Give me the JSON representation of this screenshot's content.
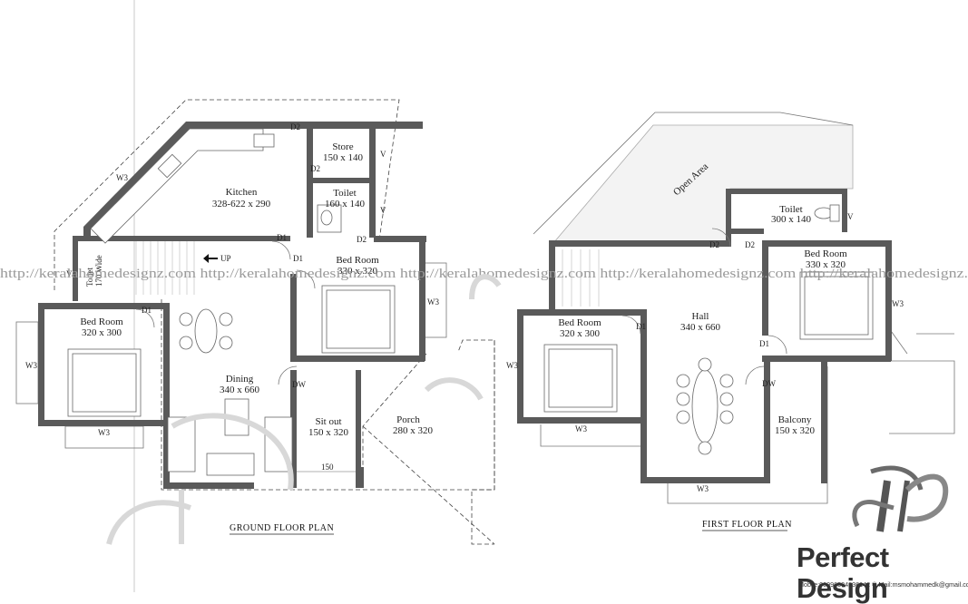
{
  "ground_floor": {
    "title": "GROUND FLOOR PLAN",
    "rooms": {
      "kitchen": {
        "name": "Kitchen",
        "size": "328-622 x 290"
      },
      "store": {
        "name": "Store",
        "size": "150 x 140"
      },
      "toilet": {
        "name": "Toilet",
        "size": "160 x 140"
      },
      "toilet_side": {
        "name": "Toilet",
        "size": "170 Wide"
      },
      "bed_center": {
        "name": "Bed Room",
        "size": "330 x 320"
      },
      "bed_left": {
        "name": "Bed Room",
        "size": "320 x 300"
      },
      "dining": {
        "name": "Dining",
        "size": "340 x 660"
      },
      "sitout": {
        "name": "Sit out",
        "size": "150 x 320"
      },
      "porch": {
        "name": "Porch",
        "size": "280 x 320"
      }
    },
    "tags": {
      "w3_a": "W3",
      "w3_b": "W3",
      "w3_c": "W3",
      "w3_d": "W3",
      "d2_a": "D2",
      "d2_b": "D2",
      "d2_c": "D2",
      "d1_a": "D1",
      "d1_b": "D1",
      "d1_c": "D1",
      "v_a": "V",
      "v_b": "V",
      "v_c": "V",
      "dw": "DW",
      "up": "UP",
      "dim150": "150"
    }
  },
  "first_floor": {
    "title": "FIRST FLOOR PLAN",
    "rooms": {
      "open_area": {
        "name": "Open Area"
      },
      "toilet": {
        "name": "Toilet",
        "size": "300 x 140"
      },
      "bed_right": {
        "name": "Bed Room",
        "size": "330 x 320"
      },
      "bed_left": {
        "name": "Bed Room",
        "size": "320 x 300"
      },
      "hall": {
        "name": "Hall",
        "size": "340 x 660"
      },
      "balcony": {
        "name": "Balcony",
        "size": "150 x 320"
      }
    },
    "tags": {
      "d2_a": "D2",
      "d2_b": "D2",
      "d1_a": "D1",
      "d1_b": "D1",
      "v": "V",
      "w3_a": "W3",
      "w3_b": "W3",
      "w3_c": "W3",
      "w3_d": "W3",
      "dw": "DW"
    }
  },
  "watermark": "http://keralahomedesignz.com http://keralahomedesignz.com http://keralahomedesignz.com http://keralahomedesignz.com http://keralahomedesignz.",
  "brand": {
    "name": "Perfect Design",
    "contact": "Mobile:00996594236142 © Mail:msmohammedk@gmail.com",
    "logo_icon": "ph-monogram-logo"
  }
}
